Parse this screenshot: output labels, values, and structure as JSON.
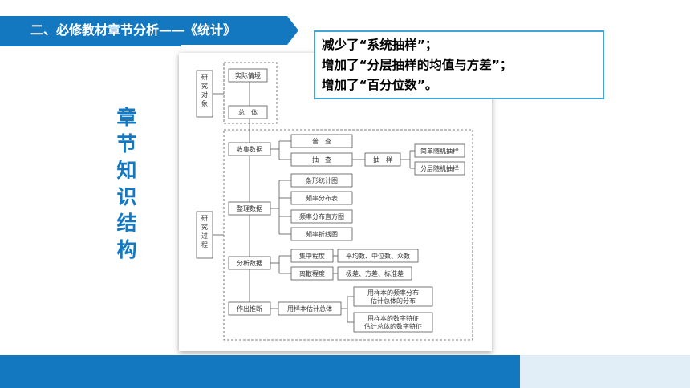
{
  "header": {
    "title": "二、必修教材章节分析——《统计》"
  },
  "side_title": {
    "chars": [
      "章",
      "节",
      "知",
      "识",
      "结",
      "构"
    ]
  },
  "note": {
    "line1": "减少了“系统抽样”；",
    "line2": "增加了“分层抽样的均值与方差”；",
    "line3": "增加了“百分位数”。"
  },
  "diagram": {
    "object_label": [
      "研",
      "究",
      "对",
      "象"
    ],
    "process_label": [
      "研",
      "究",
      "过",
      "程"
    ],
    "nodes": {
      "situation": "实际情境",
      "population": "总　体",
      "collect": "收集数据",
      "census": "普　查",
      "sample_survey": "抽　查",
      "sampling": "抽　样",
      "simple_random": "简单随机抽样",
      "stratified": "分层随机抽样",
      "organize": "整理数据",
      "bar_chart": "条形统计图",
      "freq_table": "频率分布表",
      "histogram": "频率分布直方图",
      "polygon": "频率折线图",
      "analyze": "分析数据",
      "central": "集中程度",
      "central_measures": "平均数、中位数、众数",
      "dispersion": "离散程度",
      "dispersion_measures": "极差、方差、标准差",
      "infer": "作出推断",
      "estimate": "用样本估计总体",
      "est_dist_1": "用样本的频率分布",
      "est_dist_2": "估计总体的分布",
      "est_feat_1": "用样本的数字特征",
      "est_feat_2": "估计总体的数字特征"
    }
  }
}
